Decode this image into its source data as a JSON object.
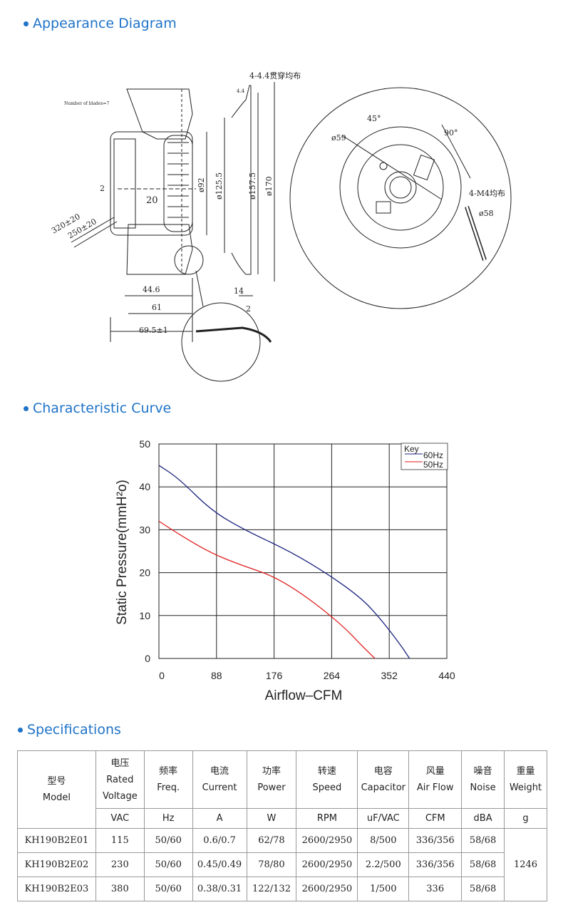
{
  "sections": {
    "appearance": "Appearance Diagram",
    "curve": "Characteristic Curve",
    "specs": "Specifications"
  },
  "colors": {
    "accent": "#1f73c8",
    "curve_60hz": "#1a237e",
    "curve_50hz": "#e01e1e"
  },
  "drawing": {
    "blades_note": "Number of blades=7",
    "holes_note": "4-4.4贯穿均布",
    "m4_note": "4-M4均布",
    "dims": {
      "d320": "320±20",
      "d250": "250±20",
      "d2a": "2",
      "d20": "20",
      "d92": "ø92",
      "d125": "ø125.5",
      "d157": "ø157.5",
      "d170": "ø170",
      "d44": "44.6",
      "d61": "61",
      "d69": "69.5±1",
      "d14": "14",
      "d2b": "2",
      "d_small": "4.4",
      "a45": "45°",
      "a90": "90°",
      "d59": "ø59",
      "d58": "ø58"
    }
  },
  "chart_data": {
    "type": "line",
    "xlabel": "Airflow–CFM",
    "ylabel": "Static Pressure(mmH²o)",
    "x_ticks": [
      "0",
      "88",
      "176",
      "264",
      "352",
      "440"
    ],
    "y_ticks": [
      "0",
      "10",
      "20",
      "30",
      "40",
      "50"
    ],
    "xlim": [
      0,
      440
    ],
    "ylim": [
      0,
      50
    ],
    "grid": true,
    "legend": {
      "title": "Key",
      "placement": "top-right"
    },
    "series": [
      {
        "name": "60Hz",
        "color": "#1a237e",
        "x": [
          0,
          30,
          80,
          130,
          200,
          260,
          310,
          340,
          370,
          383
        ],
        "y": [
          45,
          42,
          34.5,
          30,
          25,
          19.5,
          14,
          9,
          3,
          0
        ]
      },
      {
        "name": "50Hz",
        "color": "#e01e1e",
        "x": [
          0,
          30,
          80,
          130,
          170,
          210,
          250,
          285,
          310,
          330
        ],
        "y": [
          32,
          29,
          24.5,
          21.5,
          19.5,
          16,
          11.5,
          7,
          3,
          0
        ]
      }
    ]
  },
  "specs": {
    "headers": [
      [
        "型号",
        "Model"
      ],
      [
        "电压",
        "Rated",
        "Voltage"
      ],
      [
        "频率",
        "Freq."
      ],
      [
        "电流",
        "Current"
      ],
      [
        "功率",
        "Power"
      ],
      [
        "转速",
        "Speed"
      ],
      [
        "电容",
        "Capacitor"
      ],
      [
        "风量",
        "Air Flow"
      ],
      [
        "噪音",
        "Noise"
      ],
      [
        "重量",
        "Weight"
      ]
    ],
    "units": [
      "VAC",
      "Hz",
      "A",
      "W",
      "RPM",
      "uF/VAC",
      "CFM",
      "dBA",
      "g"
    ],
    "rows": [
      [
        "KH190B2E01",
        "115",
        "50/60",
        "0.6/0.7",
        "62/78",
        "2600/2950",
        "8/500",
        "336/356",
        "58/68"
      ],
      [
        "KH190B2E02",
        "230",
        "50/60",
        "0.45/0.49",
        "78/80",
        "2600/2950",
        "2.2/500",
        "336/356",
        "58/68"
      ],
      [
        "KH190B2E03",
        "380",
        "50/60",
        "0.38/0.31",
        "122/132",
        "2600/2950",
        "1/500",
        "336",
        "58/68"
      ]
    ],
    "weight": "1246"
  }
}
